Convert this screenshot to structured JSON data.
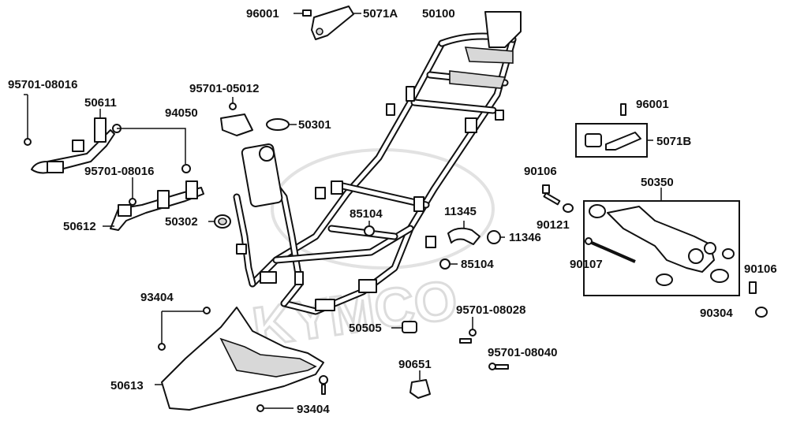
{
  "diagram": {
    "watermark": "KYMCO",
    "callouts": {
      "c96001_top": "96001",
      "c5071A": "5071A",
      "c50100": "50100",
      "c95701_08016_a": "95701-08016",
      "c50611": "50611",
      "c94050": "94050",
      "c95701_05012": "95701-05012",
      "c50301": "50301",
      "c95701_08016_b": "95701-08016",
      "c50612": "50612",
      "c50302": "50302",
      "c85104_a": "85104",
      "c11345": "11345",
      "c11346": "11346",
      "c85104_b": "85104",
      "c96001_right": "96001",
      "c5071B": "5071B",
      "c90106_a": "90106",
      "c50350": "50350",
      "c90121": "90121",
      "c90107": "90107",
      "c90106_b": "90106",
      "c90304": "90304",
      "c93404_a": "93404",
      "c95701_08028": "95701-08028",
      "c50505": "50505",
      "c95701_08040": "95701-08040",
      "c90651": "90651",
      "c50613": "50613",
      "c93404_b": "93404"
    }
  }
}
